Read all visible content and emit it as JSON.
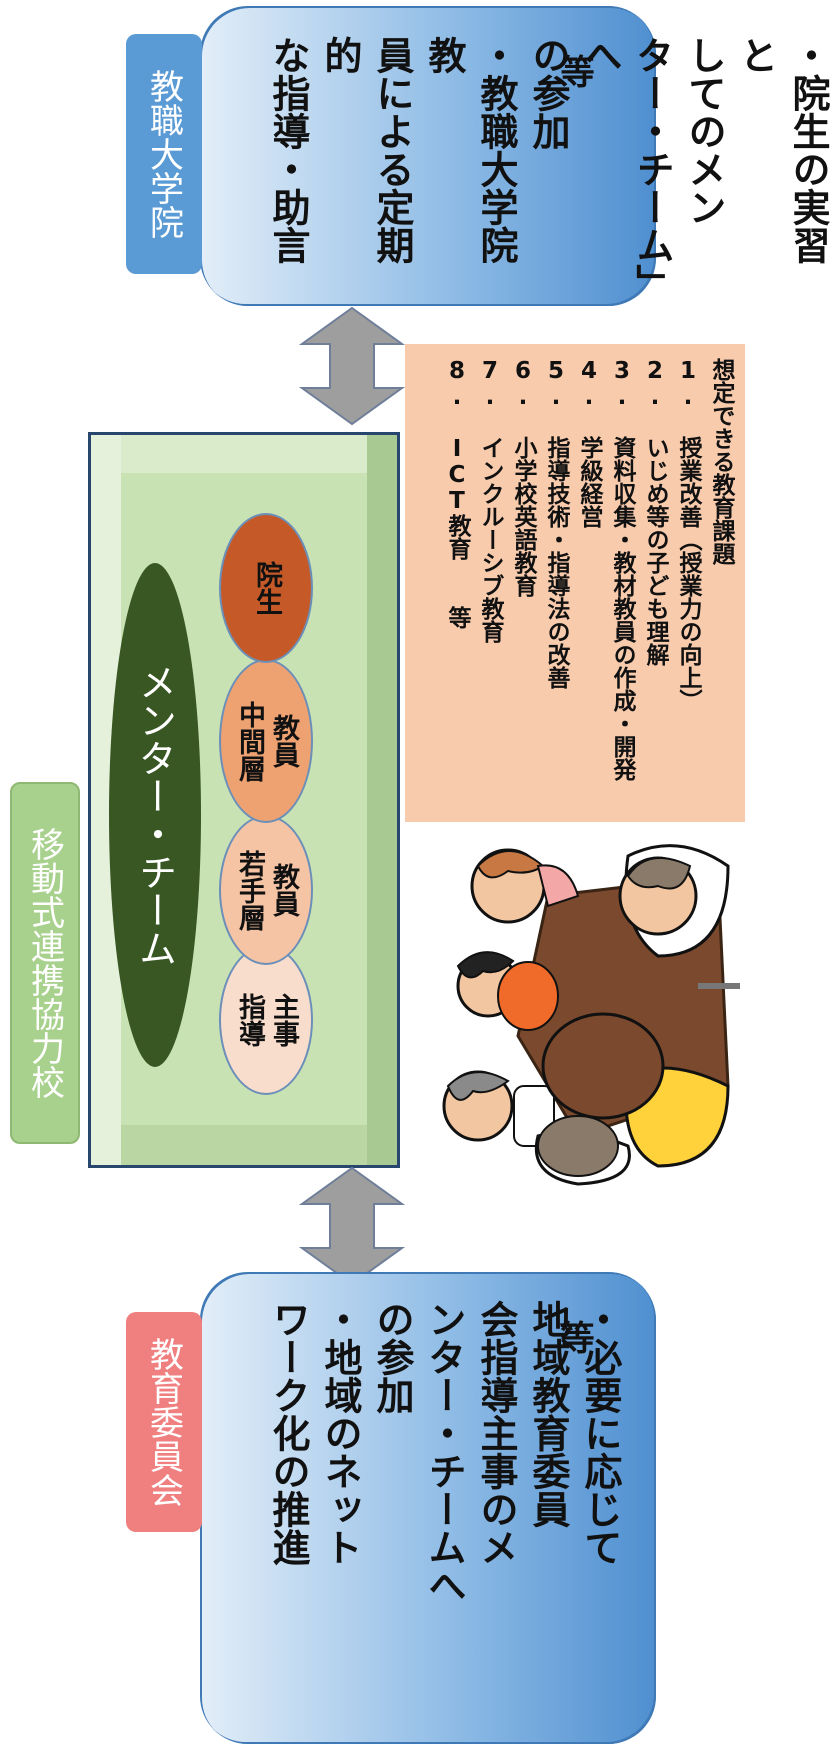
{
  "school_label": "移動式連携協力校",
  "team": {
    "title": "メンター・チーム",
    "members": [
      {
        "line1": "指導",
        "line2": "主事",
        "color": "#f8ddcc"
      },
      {
        "line1": "若手層",
        "line2": "教員",
        "color": "#f5c4a5"
      },
      {
        "line1": "中間層",
        "line2": "教員",
        "color": "#eea272"
      },
      {
        "line1": "院生",
        "line2": "",
        "color": "#c55a28"
      }
    ]
  },
  "graduate_school": {
    "label": "教職大学院",
    "lines": [
      "・院生の実習と",
      "してのメン",
      "ター・チーム」へ",
      "の参加",
      "・教職大学院教",
      "員による定期的",
      "な指導・助言"
    ],
    "tail": "等"
  },
  "board": {
    "label": "教育委員会",
    "lines": [
      "・必要に応じて",
      "地域教育委員",
      "会指導主事のメ",
      "ンター・チームへ",
      "の参加",
      "・地域のネット",
      "ワーク化の推進"
    ],
    "tail": "等"
  },
  "issues": {
    "title": "想定できる教育課題",
    "items": [
      "1. 授業改善（授業力の向上）",
      "2. いじめ等の子ども理解",
      "3. 資料収集・教材教員の作成・開発",
      "4. 学級経営",
      "5. 指導技術・指導法の改善",
      "6. 小学校英語教育",
      "7. インクルーシブ教育",
      "8. ICT教育　　等"
    ]
  },
  "colors": {
    "accent_blue": "#5b9bd5",
    "tag_red": "#f08080",
    "tag_green": "#a9d18e",
    "team_dark": "#385723",
    "arrow_gray": "#9e9e9e"
  }
}
